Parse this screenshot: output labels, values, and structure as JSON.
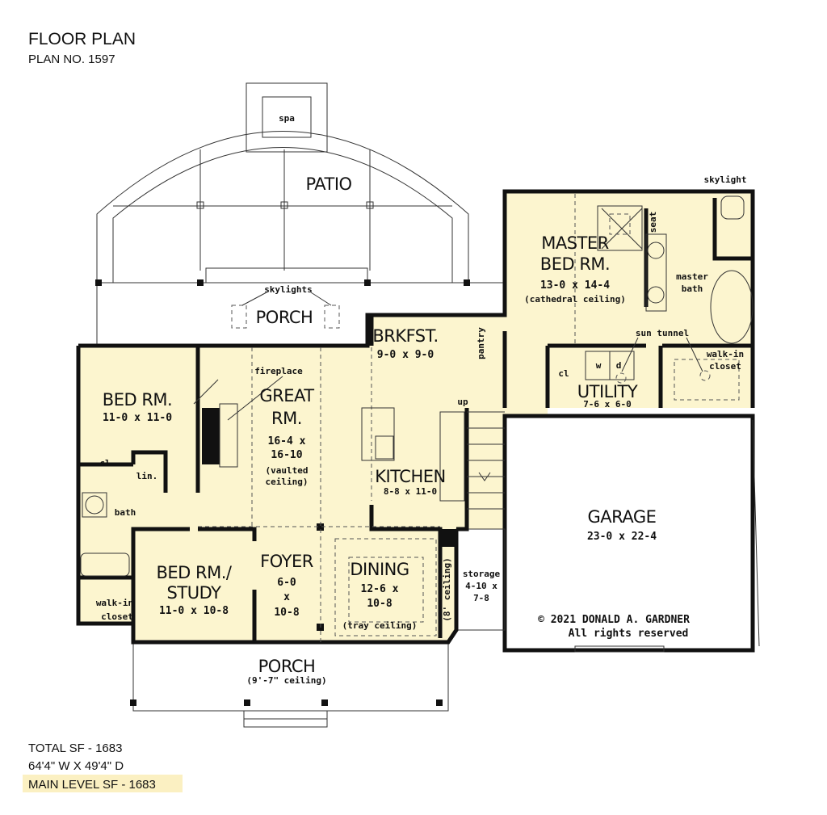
{
  "header": {
    "title": "FLOOR PLAN",
    "plan_no": "PLAN NO. 1597"
  },
  "colors": {
    "floor": "#fcf5cf",
    "highlight": "#fbf0c2",
    "wall": "#111111"
  },
  "rooms": {
    "spa": "spa",
    "patio": "PATIO",
    "porch_back": "PORCH",
    "skylights": "skylights",
    "bed": {
      "name": "BED RM.",
      "dim": "11-0 x 11-0"
    },
    "great": {
      "name1": "GREAT",
      "name2": "RM.",
      "dim1": "16-4 x",
      "dim2": "16-10",
      "note1": "(vaulted",
      "note2": "ceiling)"
    },
    "fireplace": "fireplace",
    "brkfst": {
      "name": "BRKFST.",
      "dim": "9-0 x 9-0"
    },
    "pantry": "pantry",
    "kitchen": {
      "name": "KITCHEN",
      "dim": "8-8 x 11-0"
    },
    "up": "up",
    "cl": "cl",
    "lin": "lin.",
    "bath": "bath",
    "study": {
      "name1": "BED RM./",
      "name2": "STUDY",
      "dim": "11-0 x 10-8"
    },
    "walkin_closet": {
      "l1": "walk-in",
      "l2": "closet"
    },
    "foyer": {
      "name": "FOYER",
      "d1": "6-0",
      "d2": "x",
      "d3": "10-8"
    },
    "dining": {
      "name": "DINING",
      "d1": "12-6 x",
      "d2": "10-8",
      "note": "(tray ceiling)"
    },
    "eight_ceiling": "(8' ceiling)",
    "storage": {
      "name": "storage",
      "d1": "4-10 x",
      "d2": "7-8"
    },
    "porch_front": {
      "name": "PORCH",
      "note": "(9'-7\" ceiling)"
    },
    "master": {
      "name1": "MASTER",
      "name2": "BED RM.",
      "dim": "13-0 x 14-4",
      "note": "(cathedral ceiling)"
    },
    "seat": "seat",
    "skylight": "skylight",
    "master_bath": {
      "l1": "master",
      "l2": "bath"
    },
    "sun_tunnel": "sun tunnel",
    "master_closet": {
      "l1": "walk-in",
      "l2": "closet"
    },
    "utility_cl": "cl",
    "washer": "w",
    "dryer": "d",
    "utility": {
      "name": "UTILITY",
      "dim": "7-6 x 6-0"
    },
    "garage": {
      "name": "GARAGE",
      "dim": "23-0 x 22-4"
    },
    "copyright": {
      "l1": "© 2021 DONALD A. GARDNER",
      "l2": "All rights reserved"
    }
  },
  "footer": {
    "total": "TOTAL SF - 1683",
    "size": "64'4\" W X 49'4\" D",
    "main": "MAIN LEVEL SF - 1683"
  }
}
